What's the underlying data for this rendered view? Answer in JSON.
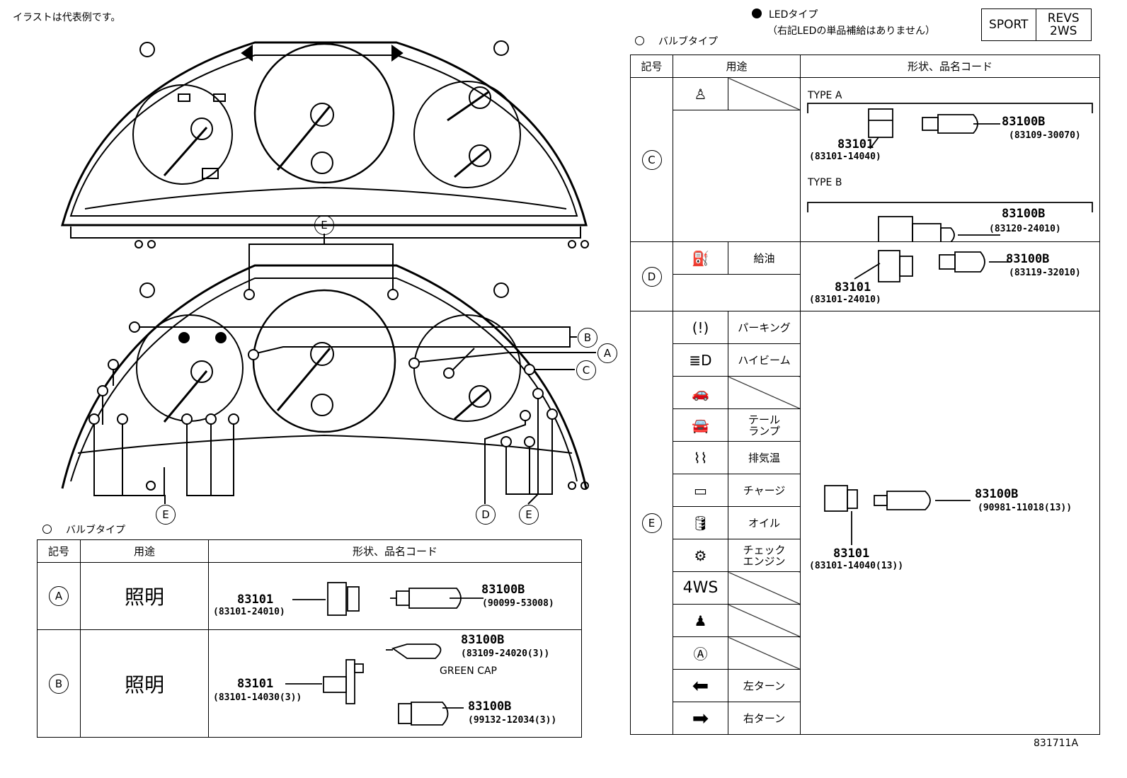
{
  "note": "イラストは代表例です。",
  "legend": {
    "led": "LEDタイプ",
    "led_note": "（右記LEDの単品補給はありません）",
    "bulb": "バルブタイプ",
    "badge_sport": "SPORT",
    "badge_revs": "REVS",
    "badge_2ws": "2WS"
  },
  "callouts": [
    "E",
    "B",
    "A",
    "C",
    "E",
    "D",
    "E"
  ],
  "left_table": {
    "legend": "バルブタイプ",
    "headers": [
      "記号",
      "用途",
      "形状、品名コード"
    ],
    "rows": [
      {
        "sym": "A",
        "use": "照明",
        "socket": "83101",
        "socket_code": "(83101-24010)",
        "bulb": "83100B",
        "bulb_code": "(90099-53008)"
      },
      {
        "sym": "B",
        "use": "照明",
        "socket": "83101",
        "socket_code": "(83101-14030(3))",
        "bulb1": "83100B",
        "bulb1_code": "(83109-24020(3))",
        "cap": "GREEN CAP",
        "bulb2": "83100B",
        "bulb2_code": "(99132-12034(3))"
      }
    ]
  },
  "right_table": {
    "legend": "バルブタイプ",
    "headers": [
      "記号",
      "用途",
      "形状、品名コード"
    ],
    "C": {
      "sym": "C",
      "type_a": "TYPE A",
      "a_socket": "83101",
      "a_socket_code": "(83101-14040)",
      "a_bulb": "83100B",
      "a_bulb_code": "(83109-30070)",
      "type_b": "TYPE B",
      "b_bulb": "83100B",
      "b_bulb_code": "(83120-24010)"
    },
    "D": {
      "sym": "D",
      "use": "給油",
      "socket": "83101",
      "socket_code": "(83101-24010)",
      "bulb": "83100B",
      "bulb_code": "(83119-32010)"
    },
    "E": {
      "sym": "E",
      "uses": [
        "パーキング",
        "ハイビーム",
        "",
        "テール\nランプ",
        "排気温",
        "チャージ",
        "オイル",
        "チェック\nエンジン",
        "",
        "",
        "",
        "左ターン",
        "右ターン"
      ],
      "icon_4ws": "4WS",
      "socket": "83101",
      "socket_code": "(83101-14040(13))",
      "bulb": "83100B",
      "bulb_code": "(90981-11018(13))"
    }
  },
  "figure_id": "831711A"
}
